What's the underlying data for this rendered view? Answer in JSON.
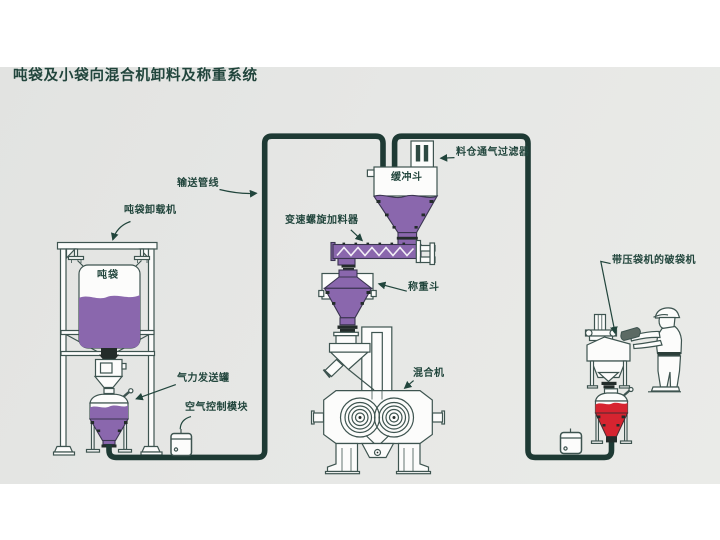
{
  "title": "吨袋及小袋向混合机卸料及称重系统",
  "labels": {
    "ton_bag_unloader": "吨袋卸载机",
    "ton_bag": "吨袋",
    "conveying_pipeline": "输送管线",
    "silo_vent_filter": "料仓通气过滤器",
    "buffer_hopper": "缓冲斗",
    "screw_feeder": "变速螺旋加料器",
    "weighing_hopper": "称重斗",
    "mixer": "混合机",
    "pneumatic_tank": "气力发送罐",
    "air_control_module": "空气控制模块",
    "bag_breaker": "带压袋机的破袋机"
  },
  "colors": {
    "page_bg": "#ffffff",
    "photo_bg": "#e4e5e3",
    "pipe_teal": "#1e3a34",
    "outline": "#3e5450",
    "label_text": "#21453c",
    "material_purple": "#8a67ad",
    "material_red": "#d62430",
    "machine_white": "#fcfcfb",
    "dark_detail": "#232c2a"
  }
}
